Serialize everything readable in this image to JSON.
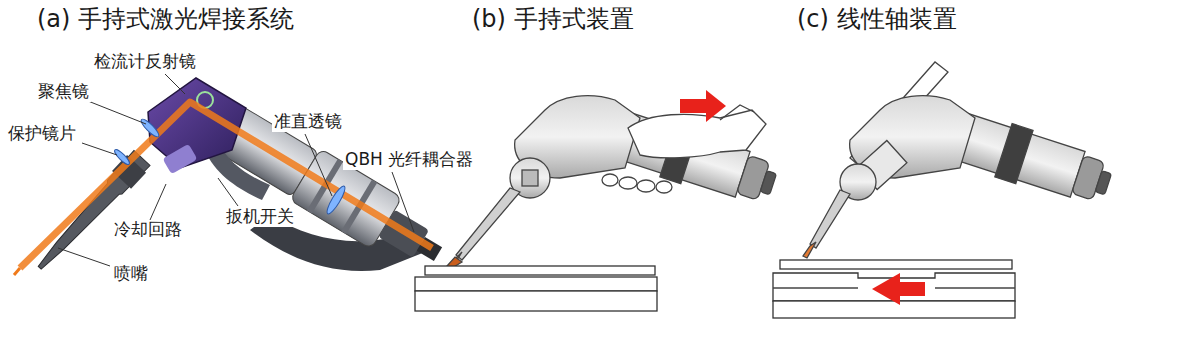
{
  "diagram": {
    "labels": [
      "(a) 手持式激光焊接系统",
      "(b) 手持式装置",
      "(c) 线性轴装置",
      "检流计反射镜",
      "聚焦镜",
      "保护镜片",
      "准直透镜",
      "QBH 光纤耦合器",
      "冷却回路",
      "扳机开关",
      "喷嘴"
    ]
  }
}
